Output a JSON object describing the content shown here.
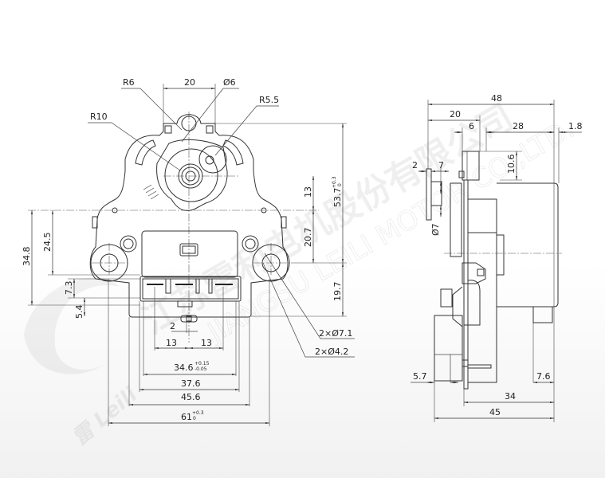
{
  "watermark": {
    "company_cn": "江苏雷利电机股份有限公司",
    "company_en": "JIANGSU LEILI MOTOR CO.,LTD.",
    "brand": "雷 Leili"
  },
  "front_view": {
    "radius_labels": {
      "r6": "R6",
      "r10": "R10",
      "r5_5": "R5.5",
      "d6": "Ø6"
    },
    "dims": {
      "top_width": "20",
      "shaft_offset": "13",
      "mid_height": "20.7",
      "total_height": "53.7",
      "total_height_tol_upper": "+0.3",
      "total_height_tol_lower": "0",
      "lower_height": "19.7",
      "left_34_8": "34.8",
      "left_24_5": "24.5",
      "left_7_3": "7.3",
      "left_5_4": "5.4",
      "pin_2": "2",
      "pin_13_left": "13",
      "pin_13_right": "13",
      "w_34_6": "34.6",
      "w_34_6_tol_upper": "+0.15",
      "w_34_6_tol_lower": "-0.05",
      "w_37_6": "37.6",
      "w_45_6": "45.6",
      "w_61": "61",
      "w_61_tol_upper": "+0.3",
      "w_61_tol_lower": "0",
      "holes_large": "2×Ø7.1",
      "holes_small": "2×Ø4.2"
    }
  },
  "side_view": {
    "dims": {
      "overall": "48",
      "d20": "20",
      "d6": "6",
      "d28": "28",
      "d1_8": "1.8",
      "d10_6": "10.6",
      "d2": "2",
      "d7": "7",
      "d_phi7": "Ø7",
      "d5_7": "5.7",
      "d7_6": "7.6",
      "d34": "34",
      "d45": "45"
    }
  }
}
